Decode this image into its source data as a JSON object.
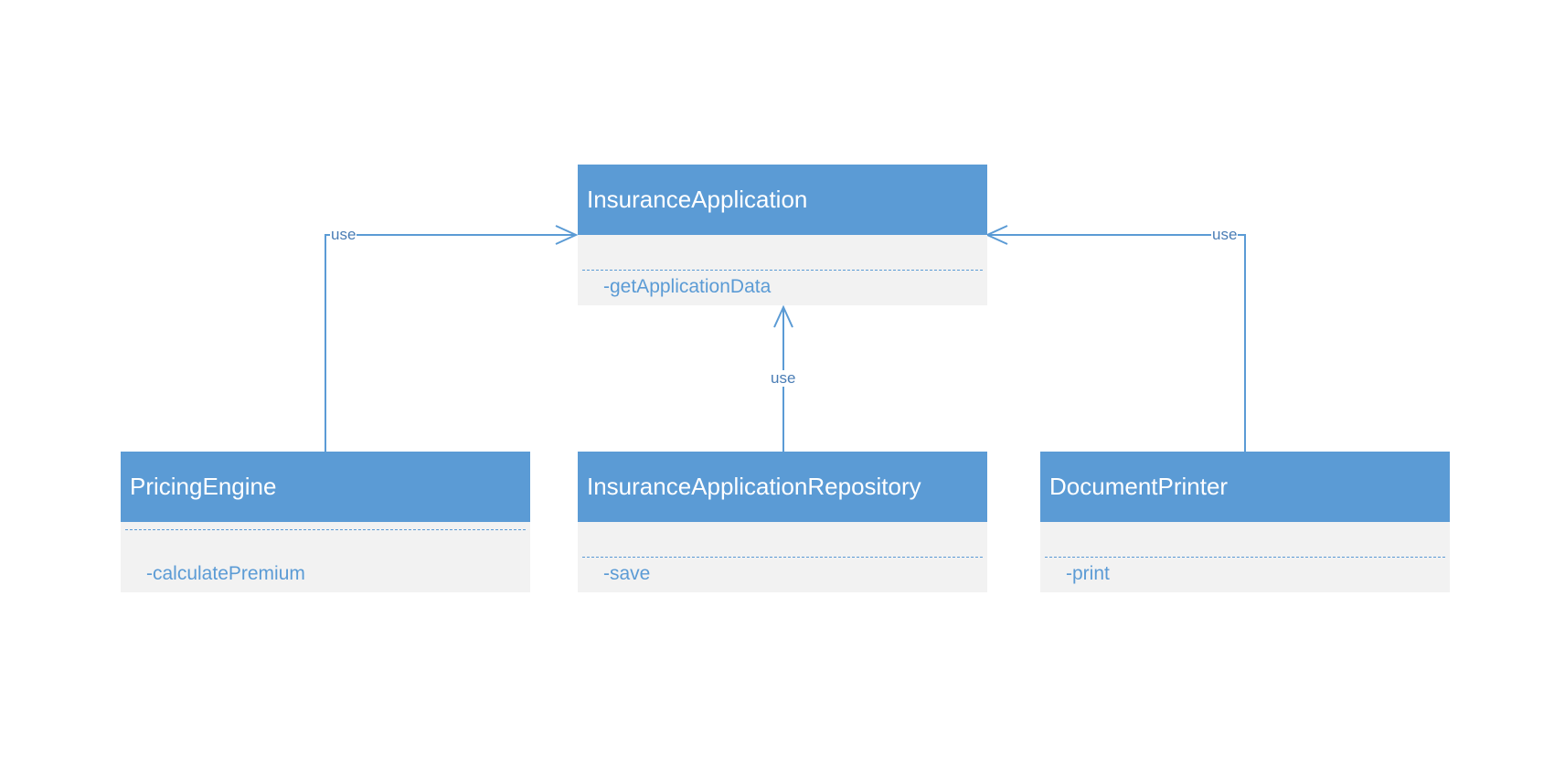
{
  "diagram": {
    "colors": {
      "header_fill": "#5b9bd5",
      "body_fill": "#f2f2f2",
      "line": "#5b9bd5",
      "header_text": "#ffffff",
      "label_text": "#4a7db5"
    },
    "classes": {
      "insurance_application": {
        "name": "InsuranceApplication",
        "method": "-getApplicationData"
      },
      "pricing_engine": {
        "name": "PricingEngine",
        "method": "-calculatePremium"
      },
      "repository": {
        "name": "InsuranceApplicationRepository",
        "method": "-save"
      },
      "document_printer": {
        "name": "DocumentPrinter",
        "method": "-print"
      }
    },
    "relations": {
      "pricing_engine_to_app": {
        "label": "use"
      },
      "repository_to_app": {
        "label": "use"
      },
      "printer_to_app": {
        "label": "use"
      }
    }
  }
}
